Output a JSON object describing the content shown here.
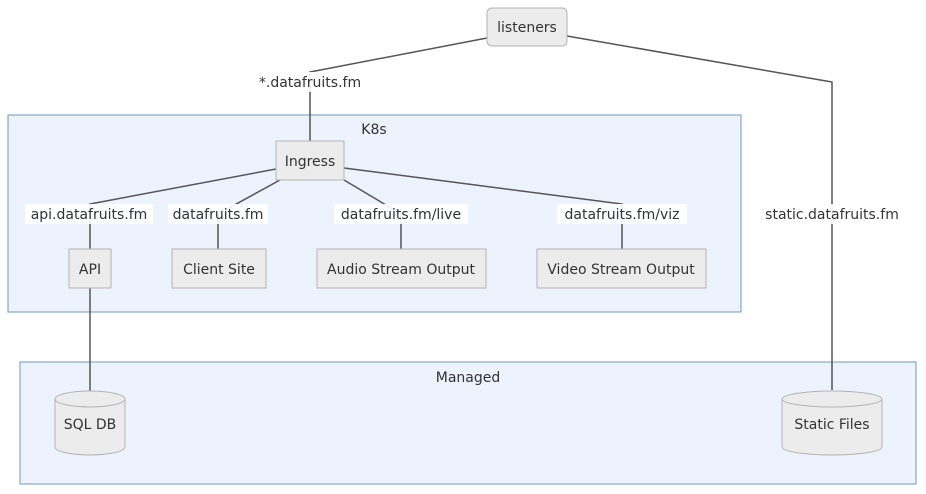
{
  "colors": {
    "cluster_fill": "#ecf3fc",
    "cluster_stroke": "#6f97c4",
    "node_fill": "#ececec",
    "node_stroke": "#b3b3b3",
    "edge": "#555555",
    "text": "#333333"
  },
  "clusters": {
    "k8s": {
      "label": "K8s"
    },
    "managed": {
      "label": "Managed"
    }
  },
  "nodes": {
    "listeners": {
      "label": "listeners"
    },
    "ingress": {
      "label": "Ingress"
    },
    "api": {
      "label": "API"
    },
    "client_site": {
      "label": "Client Site"
    },
    "audio_stream": {
      "label": "Audio Stream Output"
    },
    "video_stream": {
      "label": "Video Stream Output"
    },
    "sql_db": {
      "label": "SQL DB",
      "shape": "database"
    },
    "static_files": {
      "label": "Static Files",
      "shape": "database"
    }
  },
  "edges": [
    {
      "from": "listeners",
      "to": "ingress",
      "label": "*.datafruits.fm"
    },
    {
      "from": "listeners",
      "to": "static_files",
      "label": "static.datafruits.fm"
    },
    {
      "from": "ingress",
      "to": "api",
      "label": "api.datafruits.fm"
    },
    {
      "from": "ingress",
      "to": "client_site",
      "label": "datafruits.fm"
    },
    {
      "from": "ingress",
      "to": "audio_stream",
      "label": "datafruits.fm/live"
    },
    {
      "from": "ingress",
      "to": "video_stream",
      "label": "datafruits.fm/viz"
    },
    {
      "from": "api",
      "to": "sql_db",
      "label": ""
    }
  ]
}
